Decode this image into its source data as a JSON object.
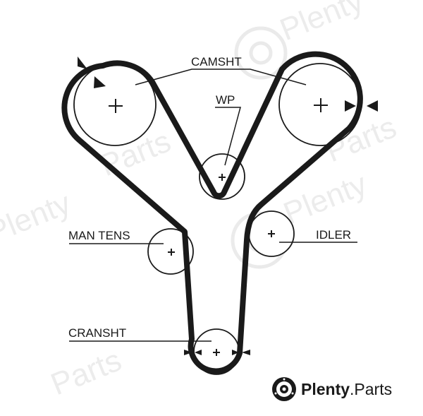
{
  "labels": {
    "camshaft": "CAMSHT",
    "water_pump": "WP",
    "manual_tensioner": "MAN TENS",
    "idler": "IDLER",
    "crankshaft": "CRANSHT"
  },
  "watermark": {
    "brand_bold": "Plenty",
    "brand_dot": ".",
    "brand_rest": "Parts",
    "color": "#d9d9d9"
  },
  "colors": {
    "belt": "#1a1a1a",
    "pulley": "#1a1a1a",
    "background": "#ffffff"
  }
}
